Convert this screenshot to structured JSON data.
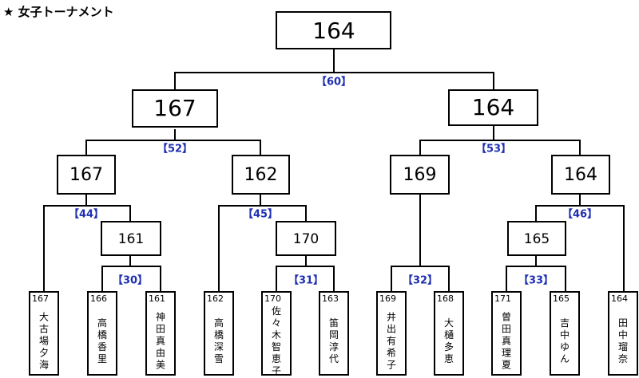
{
  "title": "★ 女子トーナメント",
  "final": {
    "height": "164",
    "match": "【60】"
  },
  "semis": [
    {
      "height": "167",
      "match": "【52】"
    },
    {
      "height": "164",
      "match": "【53】"
    }
  ],
  "quarters": [
    {
      "height": "167",
      "match": "【44】"
    },
    {
      "height": "162",
      "match": "【45】"
    },
    {
      "height": "169",
      "match": ""
    },
    {
      "height": "164",
      "match": "【46】"
    }
  ],
  "round2": [
    {
      "height": "161",
      "match": "【30】"
    },
    {
      "height": "170",
      "match": "【31】"
    },
    {
      "height": "",
      "match": "【32】"
    },
    {
      "height": "165",
      "match": "【33】"
    }
  ],
  "players": [
    {
      "height": "167",
      "name": "大古場夕海"
    },
    {
      "height": "166",
      "name": "高橋香里"
    },
    {
      "height": "161",
      "name": "神田真由美"
    },
    {
      "height": "162",
      "name": "高橋深雪"
    },
    {
      "height": "170",
      "name": "佐々木智恵子"
    },
    {
      "height": "163",
      "name": "笛岡淳代"
    },
    {
      "height": "169",
      "name": "井出有希子"
    },
    {
      "height": "168",
      "name": "大樋多恵"
    },
    {
      "height": "171",
      "name": "曽田真理夏"
    },
    {
      "height": "165",
      "name": "吉中ゆん"
    },
    {
      "height": "164",
      "name": "田中瑠奈"
    }
  ]
}
